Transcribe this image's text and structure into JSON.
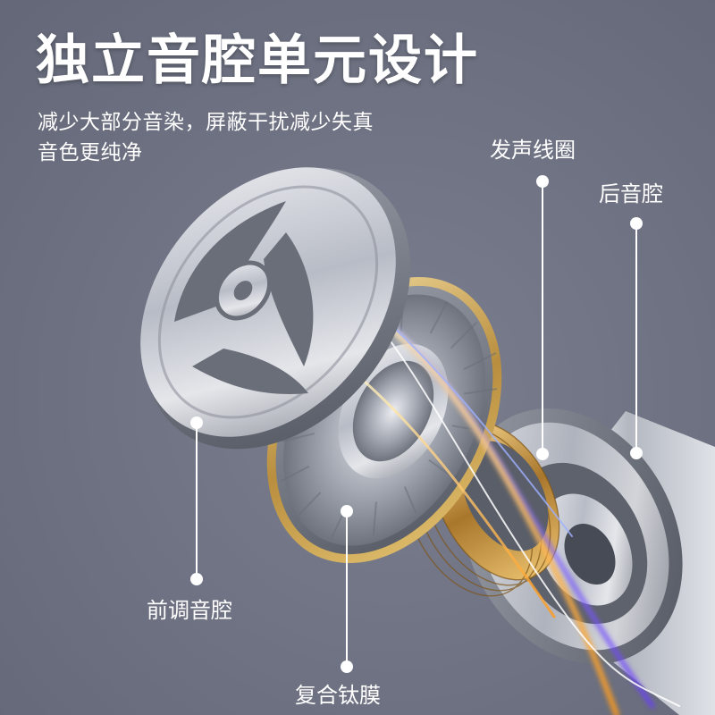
{
  "headline": "独立音腔单元设计",
  "subheadline": {
    "line1": "减少大部分音染，屏蔽干扰减少失真",
    "line2": "音色更纯净"
  },
  "callouts": {
    "voice_coil": "发声线圈",
    "rear_chamber": "后音腔",
    "front_chamber": "前调音腔",
    "diaphragm": "复合钛膜"
  },
  "colors": {
    "background": "#6d7182",
    "text": "#ffffff",
    "metal": "#c9ccd3",
    "gold_ring": "#c9a35a",
    "light_blue": "#6a7cff",
    "light_gold": "#ffb23c"
  }
}
